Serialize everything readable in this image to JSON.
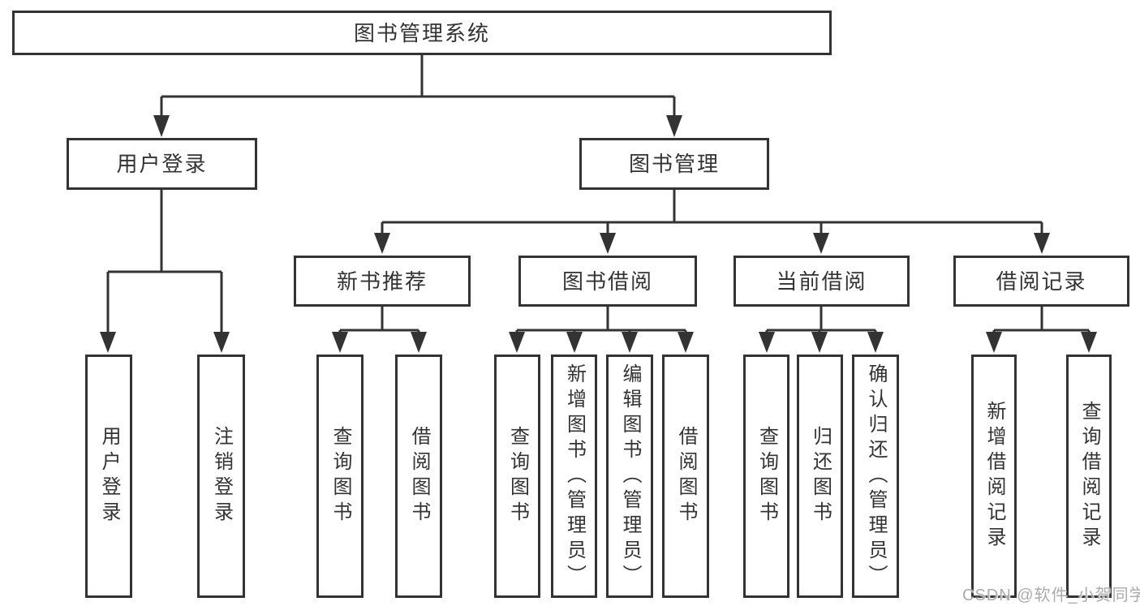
{
  "tree": {
    "root": {
      "label": "图书管理系统"
    },
    "login": {
      "label": "用户登录",
      "leaves": [
        {
          "label": "用户登录"
        },
        {
          "label": "注销登录"
        }
      ]
    },
    "mgmt": {
      "label": "图书管理",
      "sections": [
        {
          "label": "新书推荐",
          "leaves": [
            {
              "label": "查询图书"
            },
            {
              "label": "借阅图书"
            }
          ]
        },
        {
          "label": "图书借阅",
          "leaves": [
            {
              "label": "查询图书"
            },
            {
              "label": "新增图书（管理员）"
            },
            {
              "label": "编辑图书（管理员）"
            },
            {
              "label": "借阅图书"
            }
          ]
        },
        {
          "label": "当前借阅",
          "leaves": [
            {
              "label": "查询图书"
            },
            {
              "label": "归还图书"
            },
            {
              "label": "确认归还（管理员）"
            }
          ]
        },
        {
          "label": "借阅记录",
          "leaves": [
            {
              "label": "新增借阅记录"
            },
            {
              "label": "查询借阅记录"
            }
          ]
        }
      ]
    }
  },
  "watermark": "CSDN @软件_小贺同学",
  "colors": {
    "line": "#333333",
    "text": "#333333",
    "background": "#ffffff",
    "watermark": "#ababab"
  }
}
